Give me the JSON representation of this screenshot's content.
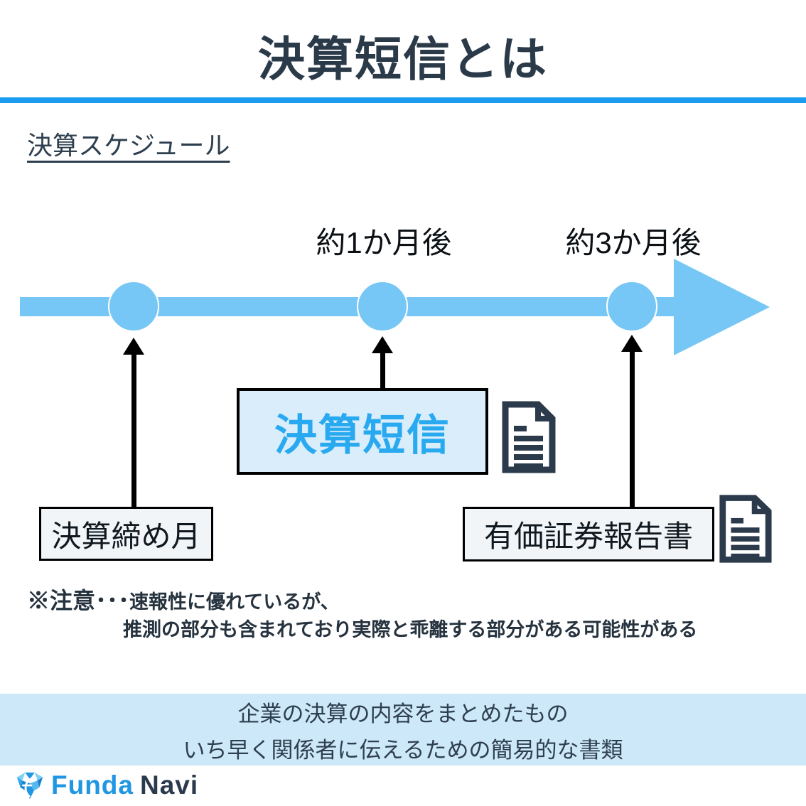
{
  "title": "決算短信とは",
  "section_heading": "決算スケジュール",
  "timeline": {
    "label_1month": "約1か月後",
    "label_3month": "約3か月後"
  },
  "boxes": {
    "tanshin": "決算短信",
    "closing_month": "決算締め月",
    "securities_report": "有価証券報告書"
  },
  "note": {
    "prefix": "※注意･･･",
    "line1": "速報性に優れているが、",
    "line2": "推測の部分も含まれており実際と乖離する部分がある可能性がある"
  },
  "summary": {
    "line1": "企業の決算の内容をまとめたもの",
    "line2": "いち早く関係者に伝えるための簡易的な書類"
  },
  "footer": {
    "brand_part1": "Funda",
    "brand_part2": "Navi"
  },
  "icons": {
    "document": "document-icon",
    "logo_gem": "funda-navi-gem-icon",
    "timeline_arrowhead": "arrow-right-icon",
    "up_arrow": "arrow-up-icon"
  },
  "colors": {
    "title_navy": "#2b3a49",
    "divider_blue": "#1b9bf0",
    "timeline_blue": "#76c7f6",
    "tanshin_text_blue": "#29a9f0",
    "tanshin_box_bg": "#d9edfb",
    "label_box_bg": "#f1f5f8",
    "banner_bg": "#cde8f8",
    "note_text": "#26333f",
    "icon_navy": "#2b3b4c",
    "brand_blue": "#2196e3",
    "brand_navy": "#2b3a4d"
  }
}
